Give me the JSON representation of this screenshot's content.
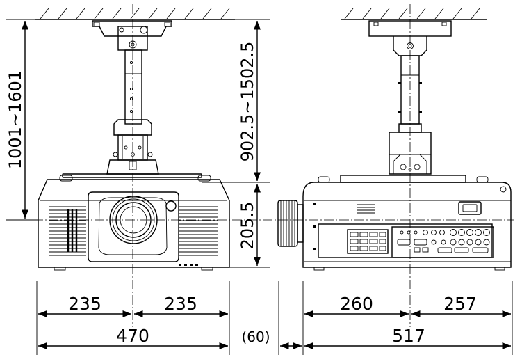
{
  "dimensions": {
    "left_total_height": "1001~1601",
    "pole_range": "902.5~1502.5",
    "projector_height": "205.5",
    "front_half_left": "235",
    "front_half_right": "235",
    "front_width": "470",
    "lens_protrusion": "(60)",
    "side_front_part": "260",
    "side_rear_part": "257",
    "side_depth": "517"
  }
}
